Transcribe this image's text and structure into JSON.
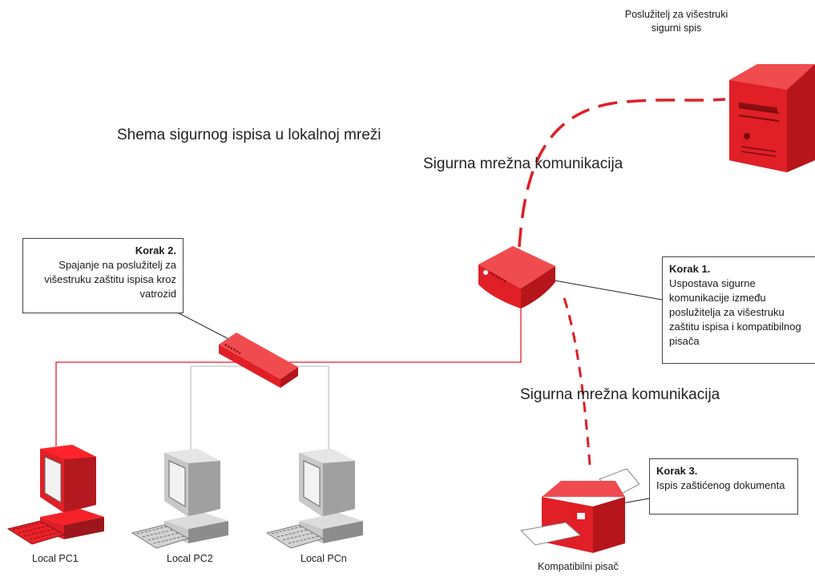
{
  "title": "Shema sigurnog ispisa u lokalnoj mreži",
  "server_label": "Poslužitelj za višestruki sigurni spis",
  "comm_top": "Sigurna mrežna komunikacija",
  "comm_bottom": "Sigurna mrežna komunikacija",
  "step1": {
    "heading": "Korak 1.",
    "text": "Uspostava sigurne komunikacije između poslužitelja za višestruku zaštitu ispisa i kompatibilnog pisača"
  },
  "step2": {
    "heading": "Korak 2.",
    "text": "Spajanje na poslužitelj za višestruku zaštitu ispisa kroz vatrozid"
  },
  "step3": {
    "heading": "Korak 3.",
    "text": "Ispis zaštićenog dokumenta"
  },
  "pcs": [
    {
      "label": "Local PC1",
      "color": "#e01f26"
    },
    {
      "label": "Local PC2",
      "color": "#c8c8c8"
    },
    {
      "label": "Local PCn",
      "color": "#c8c8c8"
    }
  ],
  "printer_label": "Kompatibilni pisač",
  "colors": {
    "accent": "#e01f26",
    "dark_accent": "#b5151b",
    "gray": "#c8c8c8",
    "line_gray": "#bbbbbb"
  },
  "icons": [
    "server-icon",
    "router-icon",
    "switch-icon",
    "computer-icon",
    "printer-icon"
  ]
}
